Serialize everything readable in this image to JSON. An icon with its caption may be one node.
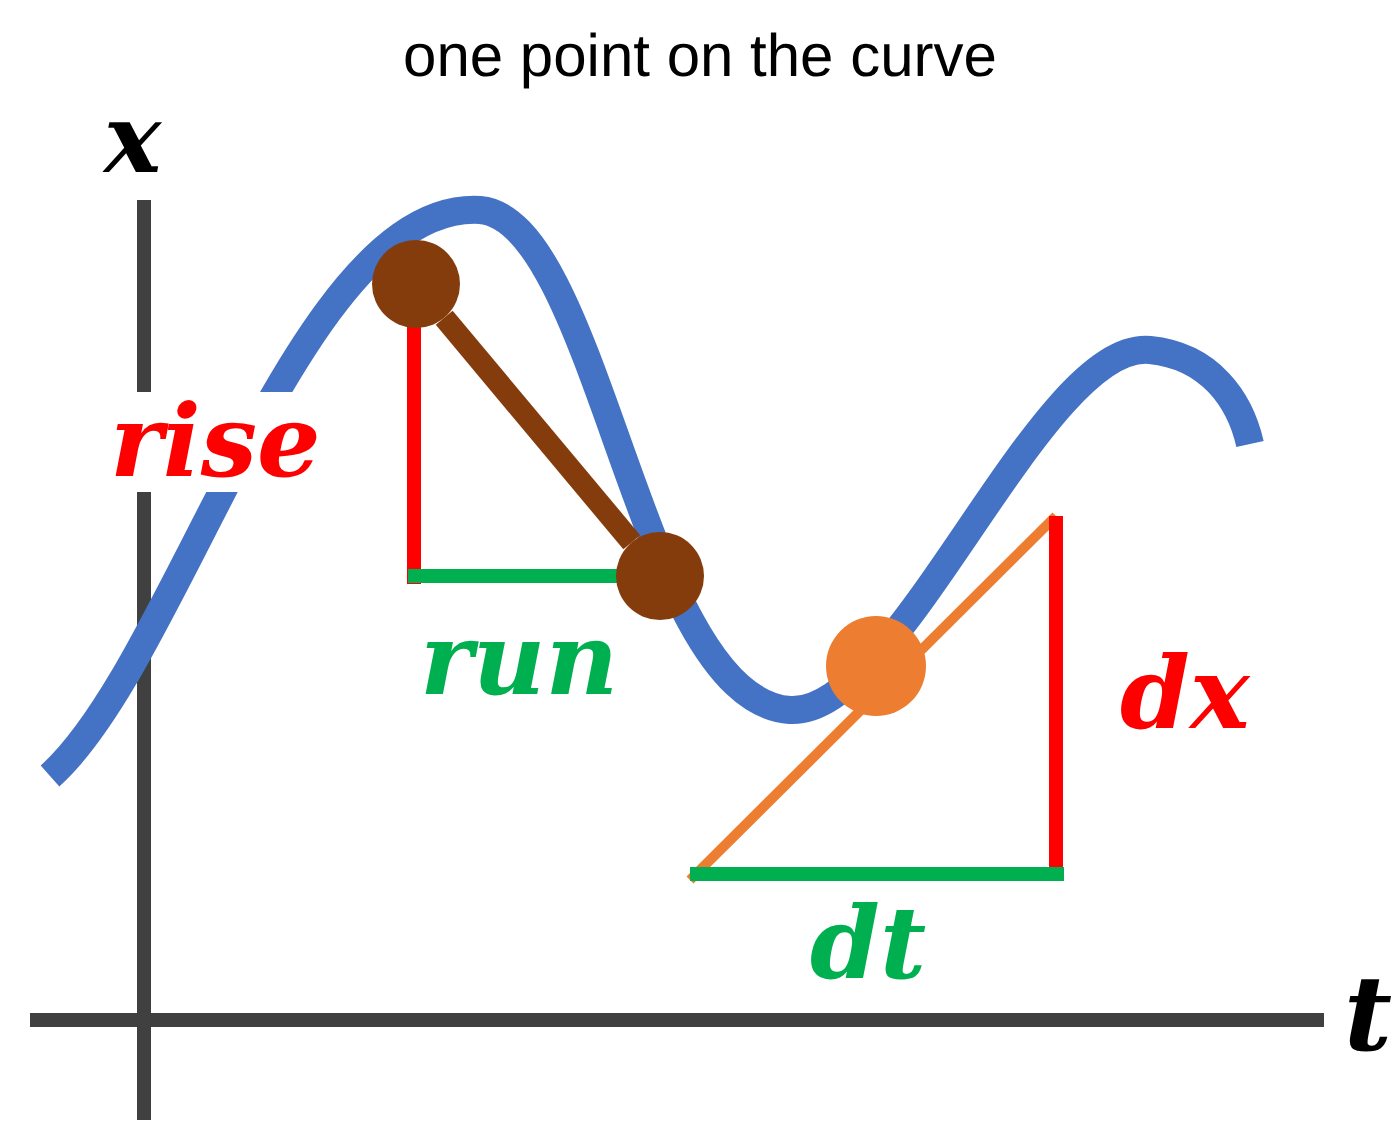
{
  "diagram": {
    "title": "one point on the curve",
    "nodes": [
      {
        "text": [],
        "shape": "circle"
      },
      {
        "text": [],
        "shape": "circle"
      },
      {
        "text": [],
        "shape": "circle"
      }
    ],
    "edges": [
      {
        "from": 0,
        "to": 1,
        "arrow": "none"
      }
    ],
    "labels": [
      "x",
      "rise",
      "run",
      "dx",
      "dt",
      "t"
    ]
  }
}
